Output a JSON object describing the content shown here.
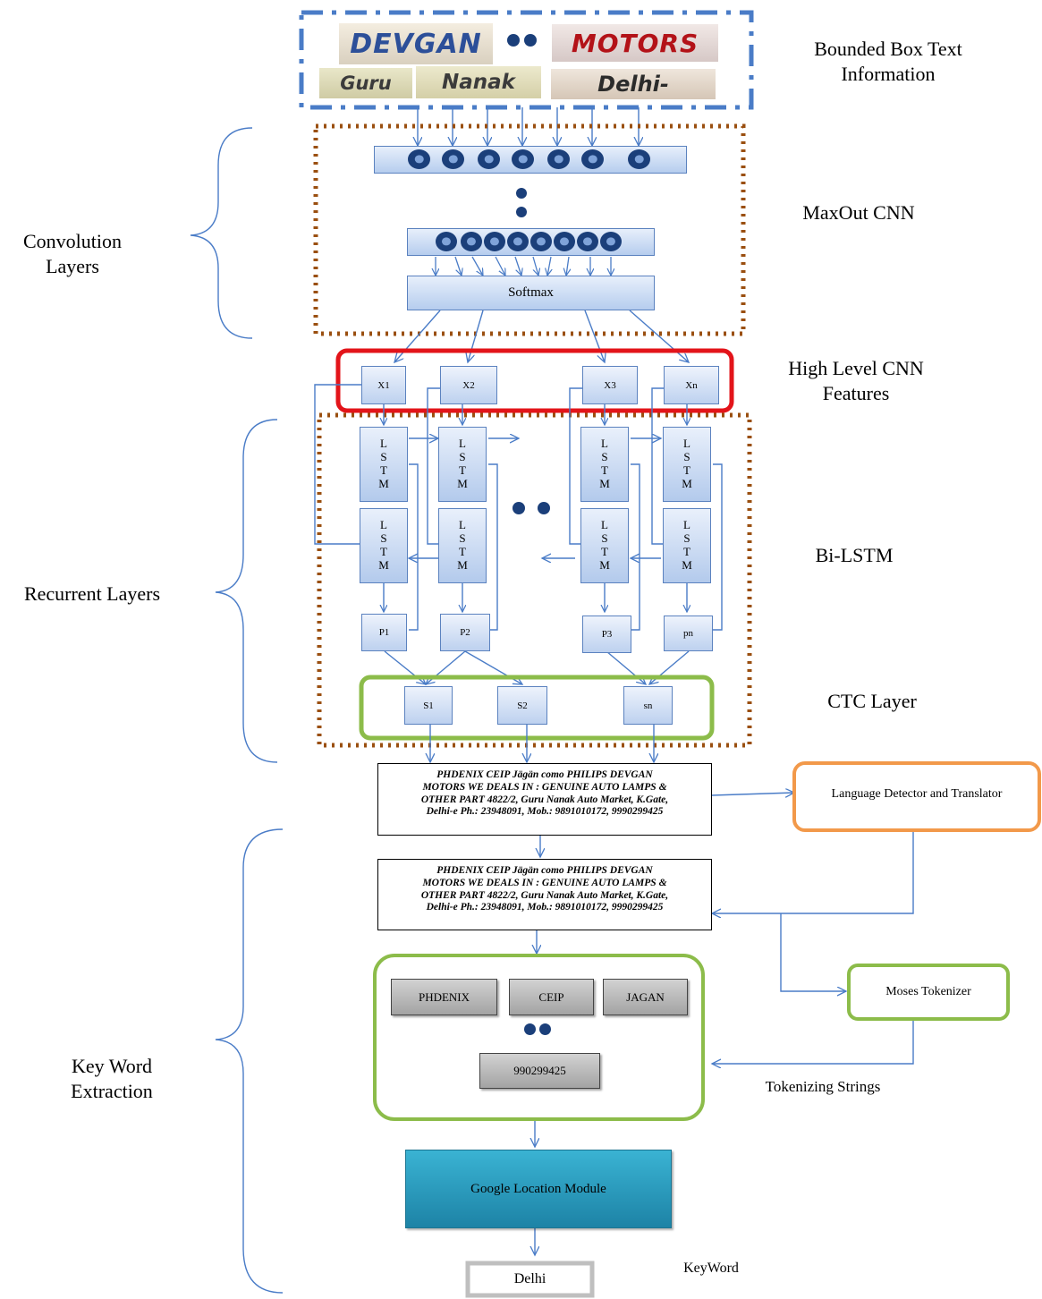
{
  "labels": {
    "bounded_box_line1": "Bounded Box Text",
    "bounded_box_line2": "Information",
    "maxout_cnn": "MaxOut CNN",
    "convolution_line1": "Convolution",
    "convolution_line2": "Layers",
    "high_level_line1": "High Level CNN",
    "high_level_line2": "Features",
    "bi_lstm": "Bi-LSTM",
    "recurrent_layers": "Recurrent Layers",
    "ctc_layer": "CTC Layer",
    "keyword_extraction_line1": "Key Word",
    "keyword_extraction_line2": "Extraction",
    "tokenizing_strings": "Tokenizing Strings",
    "keyword": "KeyWord"
  },
  "image_text": {
    "devgan": "DEVGAN",
    "motors": "MOTORS",
    "guru": "Guru",
    "nanak": "Nanak",
    "delhi": "Delhi-"
  },
  "cnn": {
    "softmax": "Softmax"
  },
  "features": [
    "X1",
    "X2",
    "X3",
    "Xn"
  ],
  "lstm_letters": [
    "L",
    "S",
    "T",
    "M"
  ],
  "outputs": [
    "P1",
    "P2",
    "P3",
    "pn"
  ],
  "ctc": [
    "S1",
    "S2",
    "sn"
  ],
  "recognized_text": {
    "line1": "PHDENIX CEIP Jägän como PHILIPS DEVGAN",
    "line2": "MOTORS WE DEALS IN : GENUINE AUTO LAMPS &",
    "line3": "OTHER PART 4822/2, Guru Nanak Auto Market, K.Gate,",
    "line4": "Delhi-e Ph.: 23948091, Mob.: 9891010172, 9990299425"
  },
  "modules": {
    "language_detector": "Language Detector and Translator",
    "moses_tokenizer": "Moses Tokenizer",
    "google_location": "Google Location Module"
  },
  "tokens": [
    "PHDENIX",
    "CEIP",
    "JAGAN",
    "990299425"
  ],
  "result": {
    "keyword_value": "Delhi"
  },
  "colors": {
    "blue_dashdot_border": "#4a7cc7",
    "brown_dotted_border": "#9a4f10",
    "red_border": "#e3141a",
    "green_border": "#8cbc4a",
    "orange_border": "#f2994a",
    "gray_border": "#bfbfbf",
    "arrow_blue": "#4a7cc7",
    "node_dark": "#1b3f7a",
    "google_module_teal": "#2ea8c8"
  },
  "icons": [
    "arrow-icon",
    "curly-brace-icon",
    "ellipsis-dots-icon"
  ]
}
